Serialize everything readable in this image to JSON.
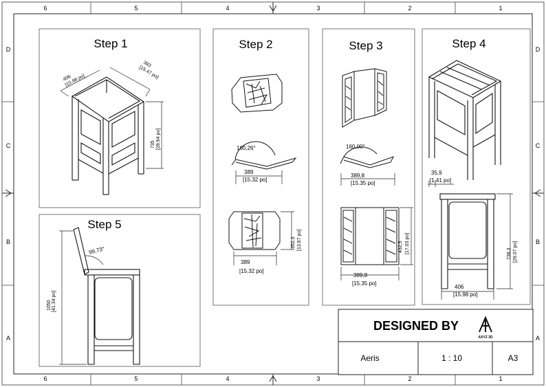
{
  "frame": {
    "col_labels": [
      "6",
      "5",
      "4",
      "3",
      "2",
      "1"
    ],
    "row_labels": [
      "D",
      "C",
      "B",
      "A"
    ]
  },
  "panels": {
    "step1": {
      "title": "Step 1",
      "dims": {
        "depth": "406",
        "depth_in": "[15.98 po]",
        "width": "393",
        "width_in": "[15.47 po]",
        "height": "735",
        "height_in": "[28.94 po]"
      }
    },
    "step2": {
      "title": "Step 2",
      "angle": "160,26°",
      "width1": "389",
      "width1_in": "[15.32 po]",
      "height": "352,3",
      "height_in": "[13.87 po]",
      "width2": "389",
      "width2_in": "[15.32 po]"
    },
    "step3": {
      "title": "Step 3",
      "angle": "160,00°",
      "width1": "389,8",
      "width1_in": "[15.35 po]",
      "height": "432,5",
      "height_in": "[17.03 po]",
      "width2": "389,8",
      "width2_in": "[15.35 po]"
    },
    "step4": {
      "title": "Step 4",
      "thick": "35,9",
      "thick_in": "[1.41 po]",
      "height": "738,3",
      "height_in": "[29.07 po]",
      "width": "406",
      "width_in": "[15.98 po]"
    },
    "step5": {
      "title": "Step 5",
      "angle": "99,73°",
      "height": "1050",
      "height_in": "[41.34 po]"
    }
  },
  "title_block": {
    "designed_by": "DESIGNED BY",
    "logo_text": "AXYZ 3D",
    "name": "Aeris",
    "scale": "1 : 10",
    "size": "A3"
  }
}
